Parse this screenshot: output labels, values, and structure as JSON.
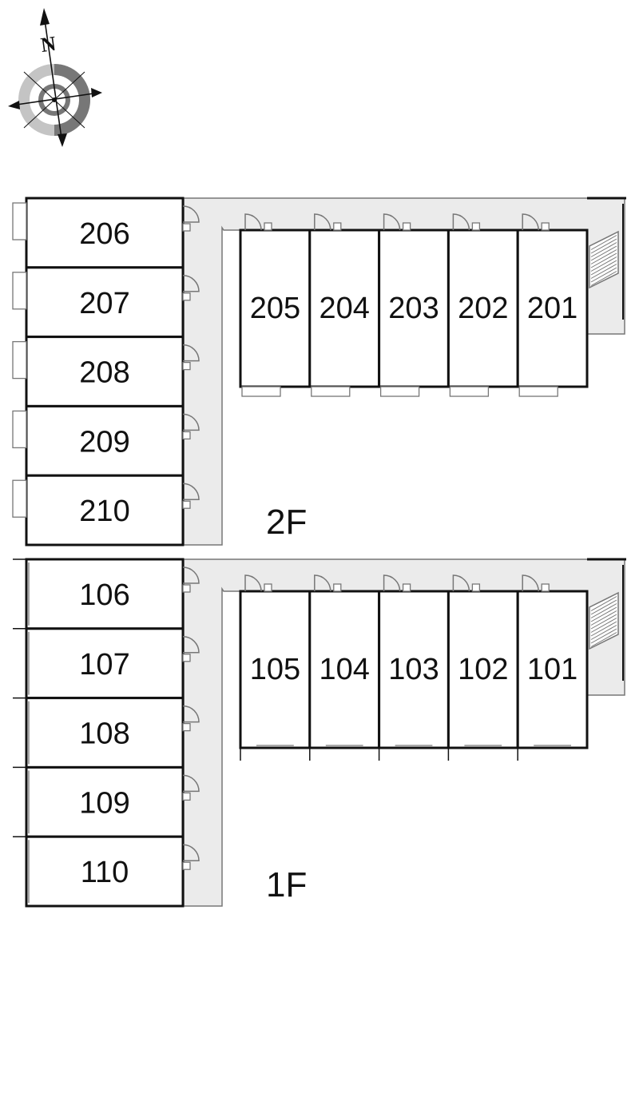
{
  "compass": {
    "north_label": "N",
    "icon": "compass-rose-icon"
  },
  "colors": {
    "corridor": "#ebebeb",
    "wall": "#111111",
    "line": "#777777",
    "compass_dark": "#777777",
    "compass_light": "#c4c4c4"
  },
  "floors": [
    {
      "id": "2f",
      "label": "2F",
      "west_rooms": [
        "206",
        "207",
        "208",
        "209",
        "210"
      ],
      "east_rooms": [
        "205",
        "204",
        "203",
        "202",
        "201"
      ]
    },
    {
      "id": "1f",
      "label": "1F",
      "west_rooms": [
        "106",
        "107",
        "108",
        "109",
        "110"
      ],
      "east_rooms": [
        "105",
        "104",
        "103",
        "102",
        "101"
      ]
    }
  ]
}
